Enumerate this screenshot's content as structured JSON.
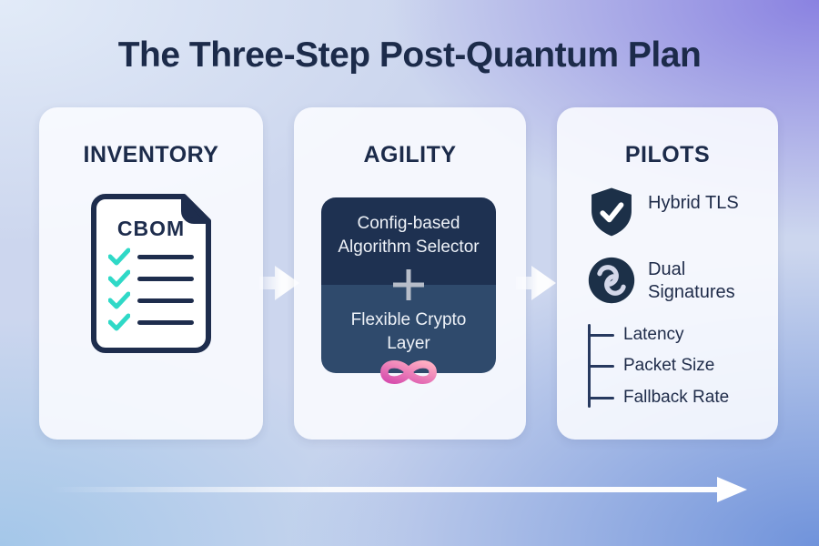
{
  "title": "The Three-Step Post-Quantum Plan",
  "colors": {
    "navy_text": "#1c2b4a",
    "icon_navy": "#1c3048",
    "teal_check": "#2fd9c7",
    "panel_top": "#1e3151",
    "panel_bottom": "#2f4a6c",
    "plus_gray": "#b7bdc9",
    "pink_infinity_start": "#d84fae",
    "pink_infinity_end": "#ffaec2",
    "flow_arrow_white": "#ffffff"
  },
  "steps": {
    "inventory": {
      "heading": "INVENTORY",
      "document_label": "CBOM",
      "checklist_rows": 4
    },
    "agility": {
      "heading": "AGILITY",
      "selector_line1": "Config-based",
      "selector_line2": "Algorithm Selector",
      "plus_sign": "+",
      "layer_line1": "Flexible Crypto",
      "layer_line2": "Layer"
    },
    "pilots": {
      "heading": "PILOTS",
      "item_shield": "Hybrid TLS",
      "item_sync_line1": "Dual",
      "item_sync_line2": "Signatures",
      "metrics": [
        "Latency",
        "Packet Size",
        "Fallback Rate"
      ]
    }
  }
}
